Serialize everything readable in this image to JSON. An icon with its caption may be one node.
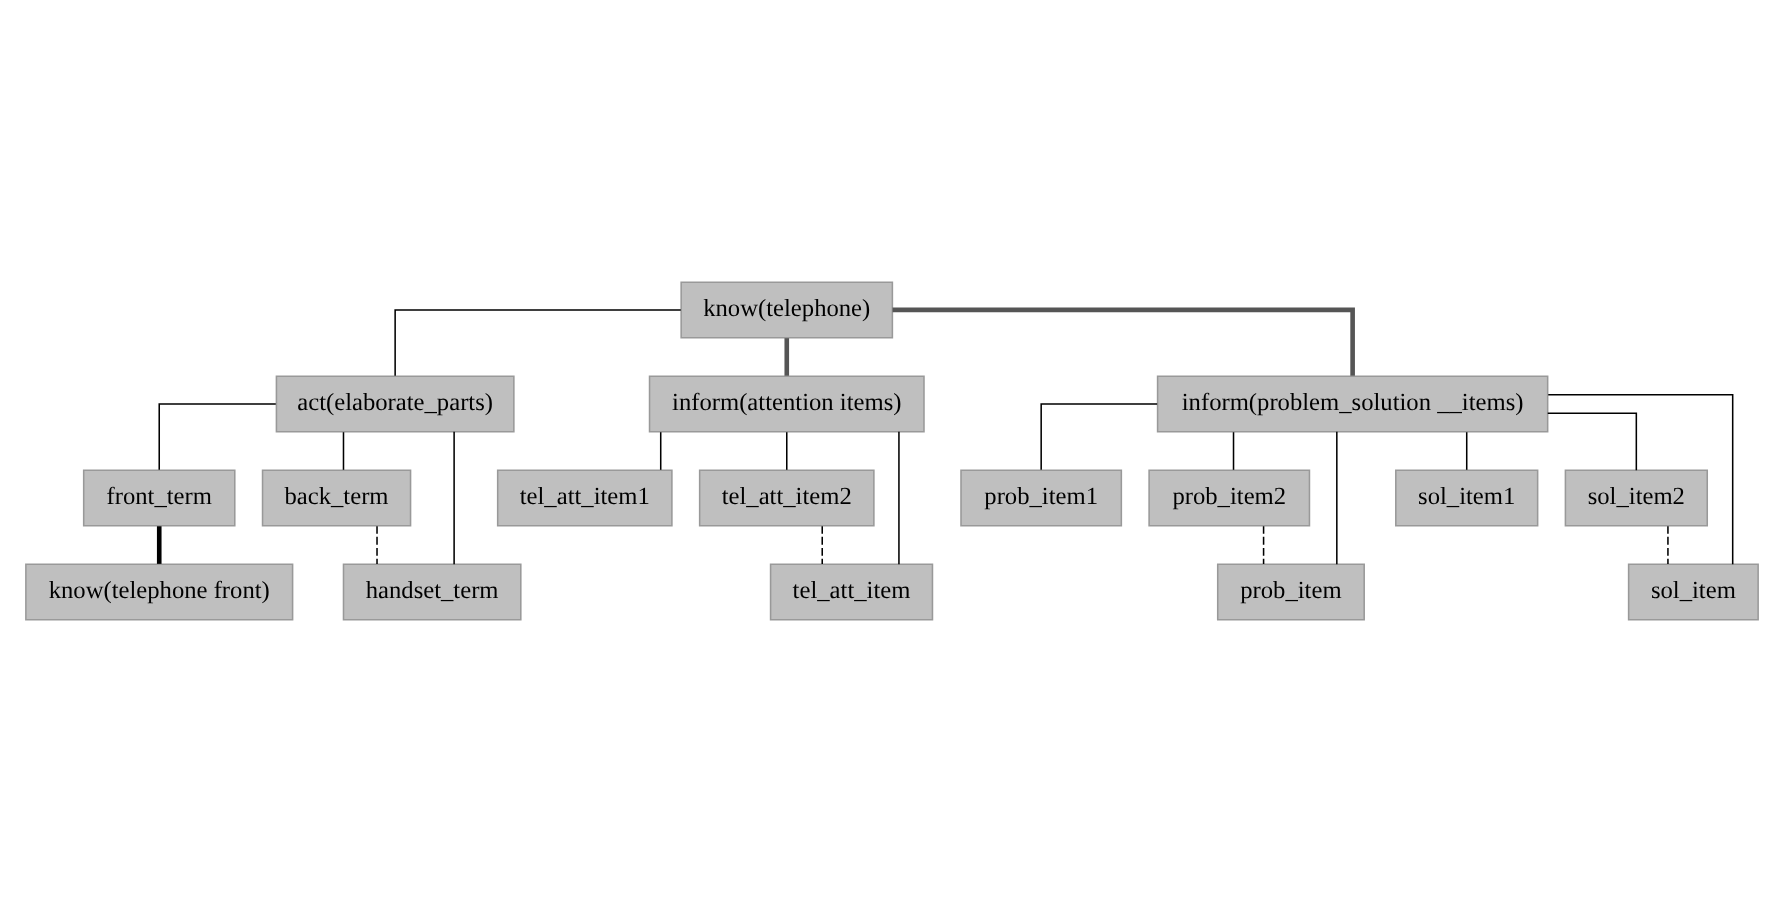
{
  "diagram": {
    "nodes": [
      {
        "text": [
          "know(telephone)"
        ]
      },
      {
        "text": [
          "act(elaborate_parts)"
        ]
      },
      {
        "text": [
          "inform(attention items)"
        ]
      },
      {
        "text": [
          "inform(problem_solution __items)"
        ]
      },
      {
        "text": [
          "front_term"
        ]
      },
      {
        "text": [
          "back_term"
        ]
      },
      {
        "text": [
          "handset_term"
        ]
      },
      {
        "text": [
          "tel_att_item1"
        ]
      },
      {
        "text": [
          "tel_att_item2"
        ]
      },
      {
        "text": [
          "tel_att_item"
        ]
      },
      {
        "text": [
          "prob_item1"
        ]
      },
      {
        "text": [
          "prob_item2"
        ]
      },
      {
        "text": [
          "prob_item"
        ]
      },
      {
        "text": [
          "sol_item1"
        ]
      },
      {
        "text": [
          "sol_item2"
        ]
      },
      {
        "text": [
          "sol_item"
        ]
      },
      {
        "text": [
          "know(telephone front)"
        ]
      }
    ],
    "edges": [
      {
        "from": 0,
        "to": 1,
        "arrow": "none"
      },
      {
        "from": 0,
        "to": 2,
        "arrow": "none",
        "style": "thick",
        "color": "#555555"
      },
      {
        "from": 0,
        "to": 3,
        "arrow": "none",
        "style": "thick",
        "color": "#555555"
      },
      {
        "from": 1,
        "to": 4,
        "arrow": "none"
      },
      {
        "from": 1,
        "to": 5,
        "arrow": "none"
      },
      {
        "from": 1,
        "to": 6,
        "arrow": "none"
      },
      {
        "from": 5,
        "to": 6,
        "arrow": "none",
        "style": "dashed"
      },
      {
        "from": 2,
        "to": 7,
        "arrow": "none"
      },
      {
        "from": 2,
        "to": 8,
        "arrow": "none"
      },
      {
        "from": 2,
        "to": 9,
        "arrow": "none"
      },
      {
        "from": 8,
        "to": 9,
        "arrow": "none",
        "style": "dashed"
      },
      {
        "from": 3,
        "to": 10,
        "arrow": "none"
      },
      {
        "from": 3,
        "to": 11,
        "arrow": "none"
      },
      {
        "from": 3,
        "to": 12,
        "arrow": "none"
      },
      {
        "from": 11,
        "to": 12,
        "arrow": "none",
        "style": "dashed"
      },
      {
        "from": 3,
        "to": 13,
        "arrow": "none"
      },
      {
        "from": 3,
        "to": 14,
        "arrow": "none"
      },
      {
        "from": 3,
        "to": 15,
        "arrow": "none"
      },
      {
        "from": 14,
        "to": 15,
        "arrow": "none",
        "style": "dashed"
      },
      {
        "from": 4,
        "to": 16,
        "arrow": "none",
        "style": "thick"
      }
    ]
  }
}
